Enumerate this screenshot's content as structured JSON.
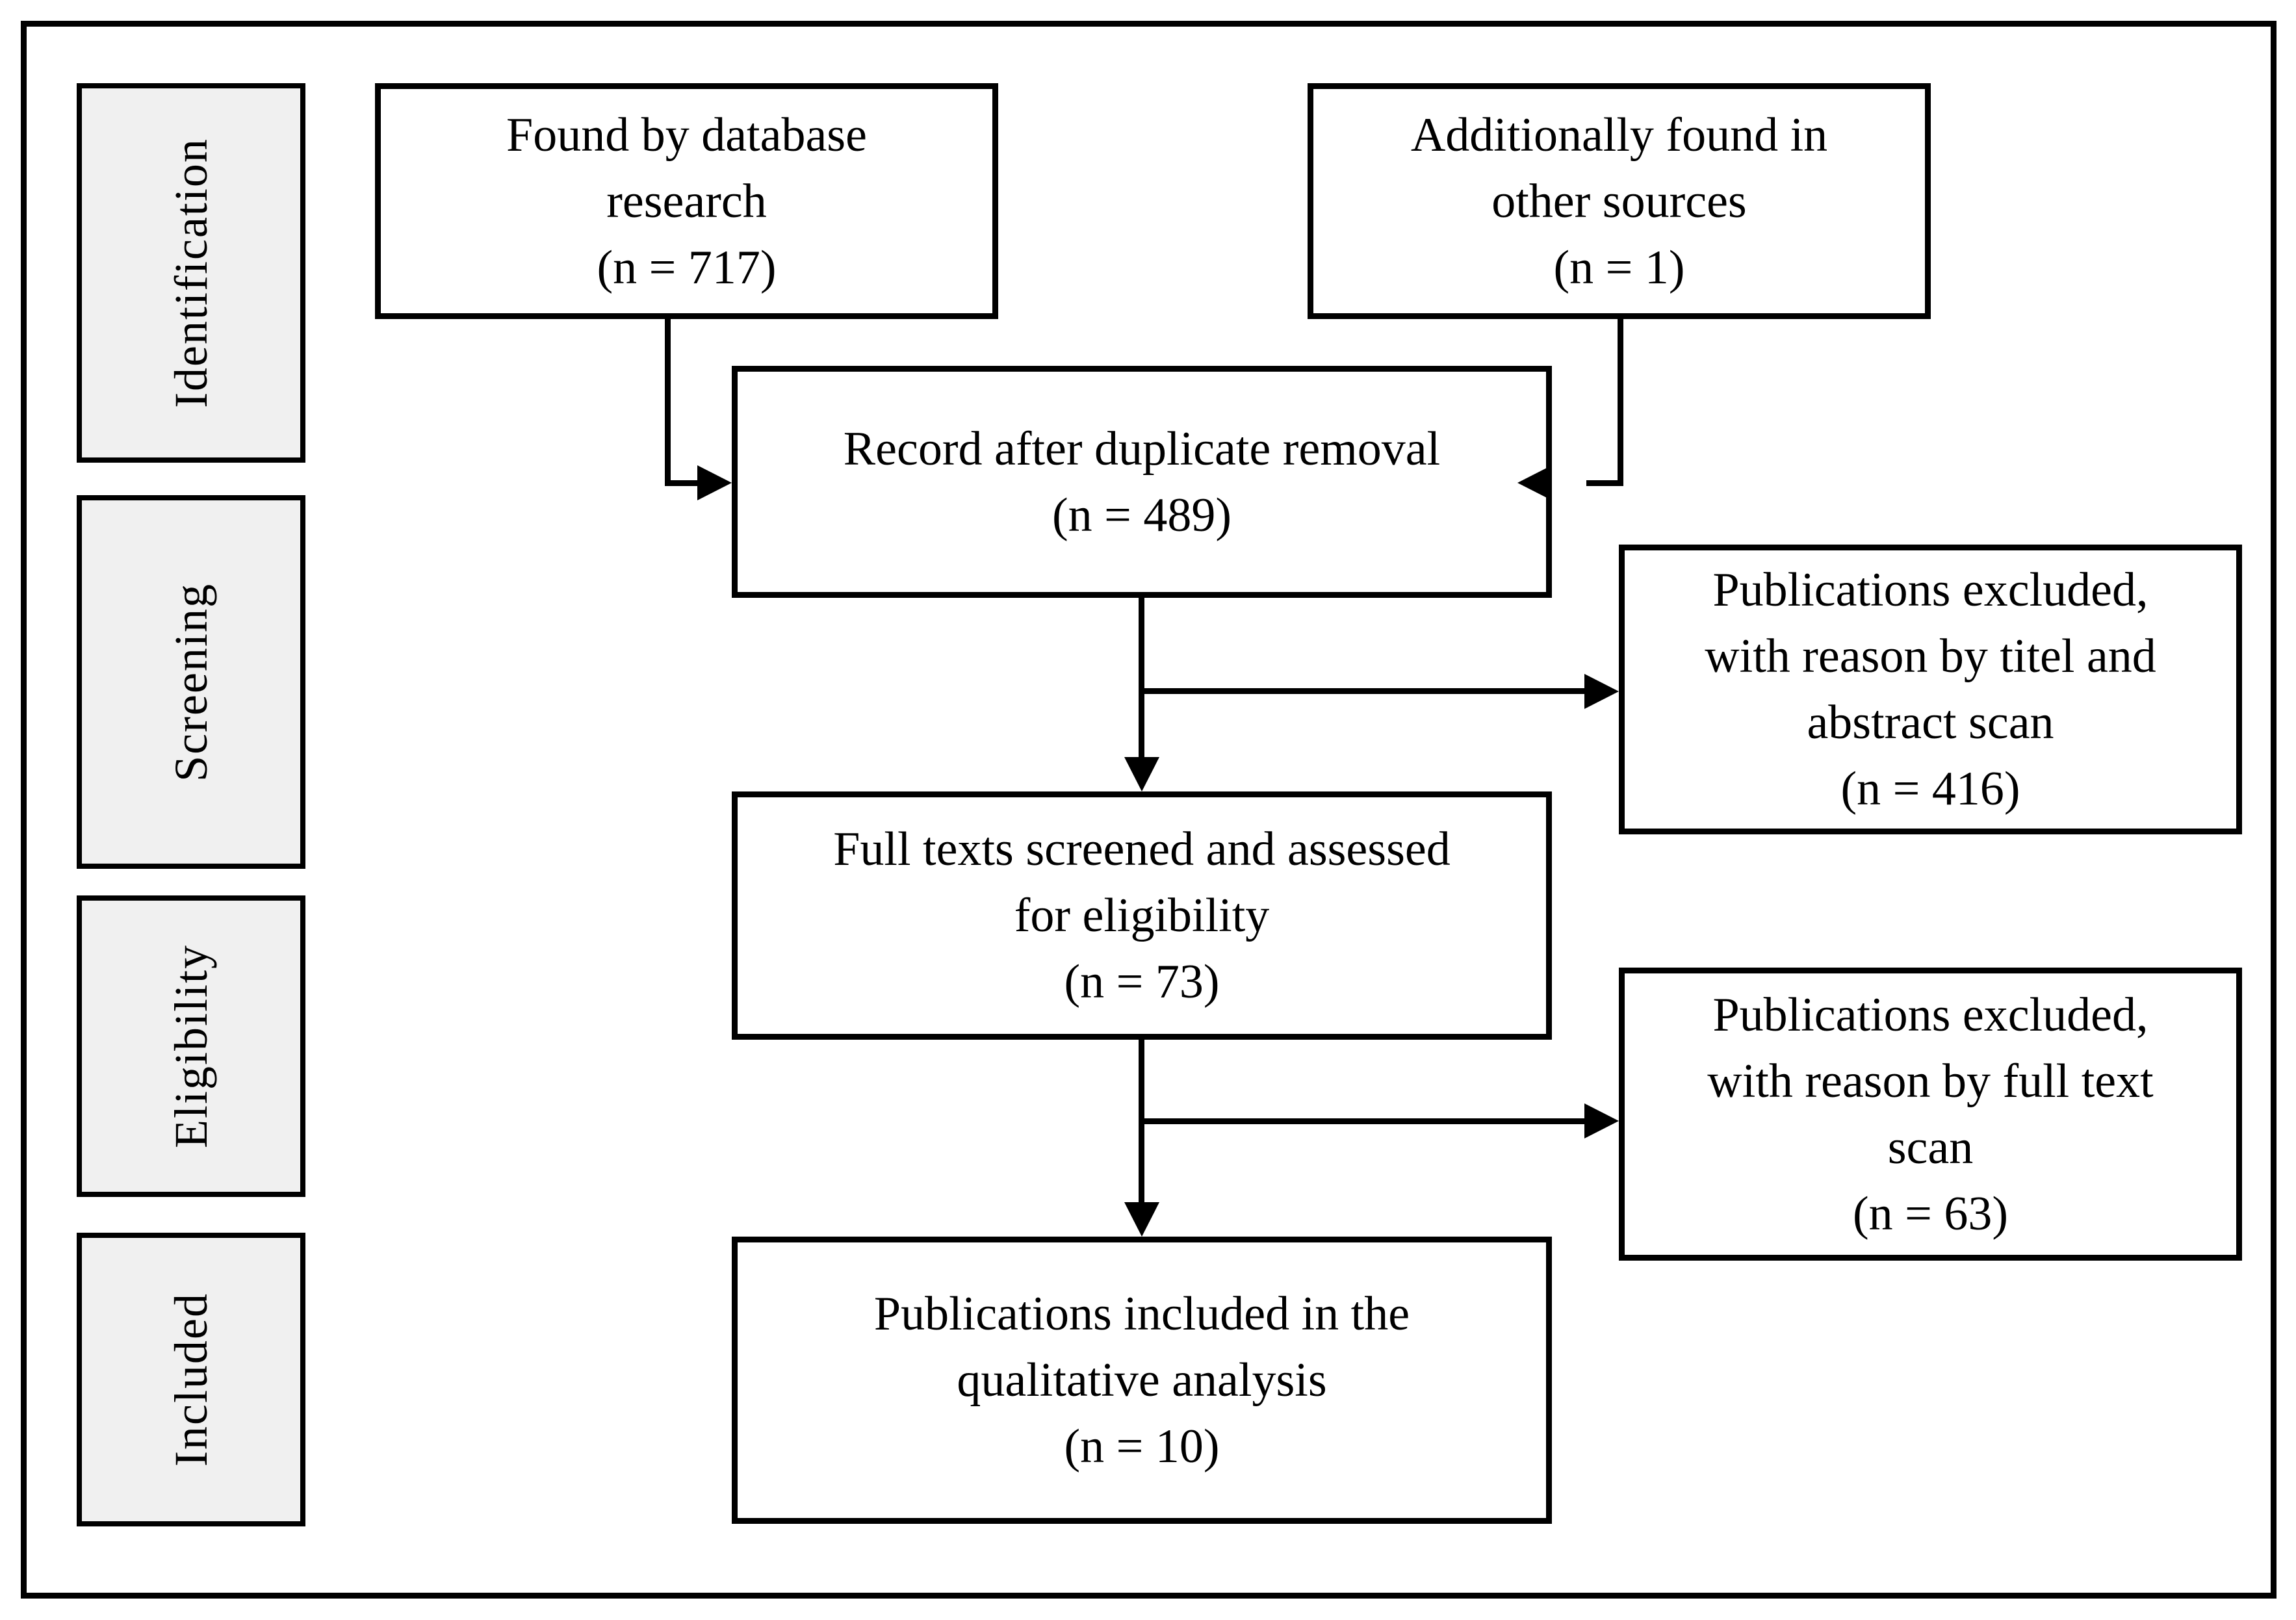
{
  "diagram": {
    "type": "prisma-flow",
    "colors": {
      "stage_fill": "#f0f0f0",
      "node_fill": "#ffffff",
      "line": "#000000",
      "text": "#000000"
    },
    "stages": [
      {
        "label": "Identification"
      },
      {
        "label": "Screening"
      },
      {
        "label": "Eligibility"
      },
      {
        "label": "Included"
      }
    ],
    "nodes": {
      "found_by_database": {
        "label": "Found by database\nresearch\n(n = 717)"
      },
      "additional_sources": {
        "label": "Additionally found in\nother sources\n(n = 1)"
      },
      "after_duplicate_removal": {
        "label": "Record after duplicate removal\n(n = 489)"
      },
      "excluded_title_abstract": {
        "label": "Publications excluded,\nwith reason by titel and\nabstract scan\n(n = 416)"
      },
      "full_texts_screened": {
        "label": "Full texts screened and assessed\nfor eligibility\n(n = 73)"
      },
      "excluded_full_text": {
        "label": "Publications excluded,\nwith reason by full text\nscan\n(n = 63)"
      },
      "included_qualitative": {
        "label": "Publications included in the\nqualitative analysis\n(n = 10)"
      }
    }
  }
}
